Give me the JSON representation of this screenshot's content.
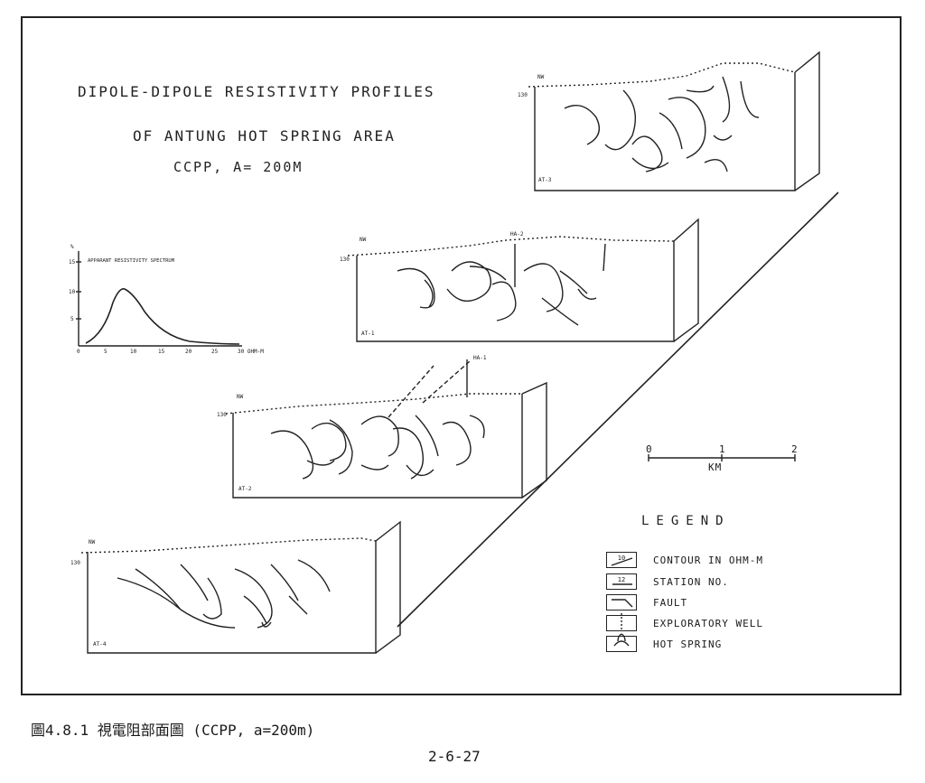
{
  "title": {
    "line1": "DIPOLE-DIPOLE RESISTIVITY PROFILES",
    "line2": "OF ANTUNG HOT SPRING AREA",
    "line3": "CCPP, A= 200M"
  },
  "spectrum": {
    "title": "APPARANT RESISTIVITY SPECTRUM",
    "y_unit": "%",
    "y_ticks": [
      "15",
      "10",
      "5"
    ],
    "x_ticks": [
      "0",
      "5",
      "10",
      "15",
      "20",
      "25",
      "30 OHM-M"
    ]
  },
  "profiles": {
    "at3": "AT-3",
    "at1": "AT-1",
    "at2": "AT-2",
    "at4": "AT-4",
    "nw": "NW",
    "depth": "130",
    "well1": "HA-1",
    "well2": "HA-2"
  },
  "scale_bar": {
    "ticks": [
      "0",
      "1",
      "2"
    ],
    "unit": "KM"
  },
  "legend": {
    "title": "LEGEND",
    "items": [
      {
        "symbol": "10",
        "label": "CONTOUR IN OHM-M"
      },
      {
        "symbol": "12",
        "label": "STATION NO."
      },
      {
        "symbol": "fault",
        "label": "FAULT"
      },
      {
        "symbol": "well",
        "label": "EXPLORATORY WELL"
      },
      {
        "symbol": "spring",
        "label": "HOT SPRING"
      }
    ]
  },
  "caption": "圖4.8.1 視電阻部面圖 (CCPP, a=200m)",
  "page_number": "2-6-27"
}
